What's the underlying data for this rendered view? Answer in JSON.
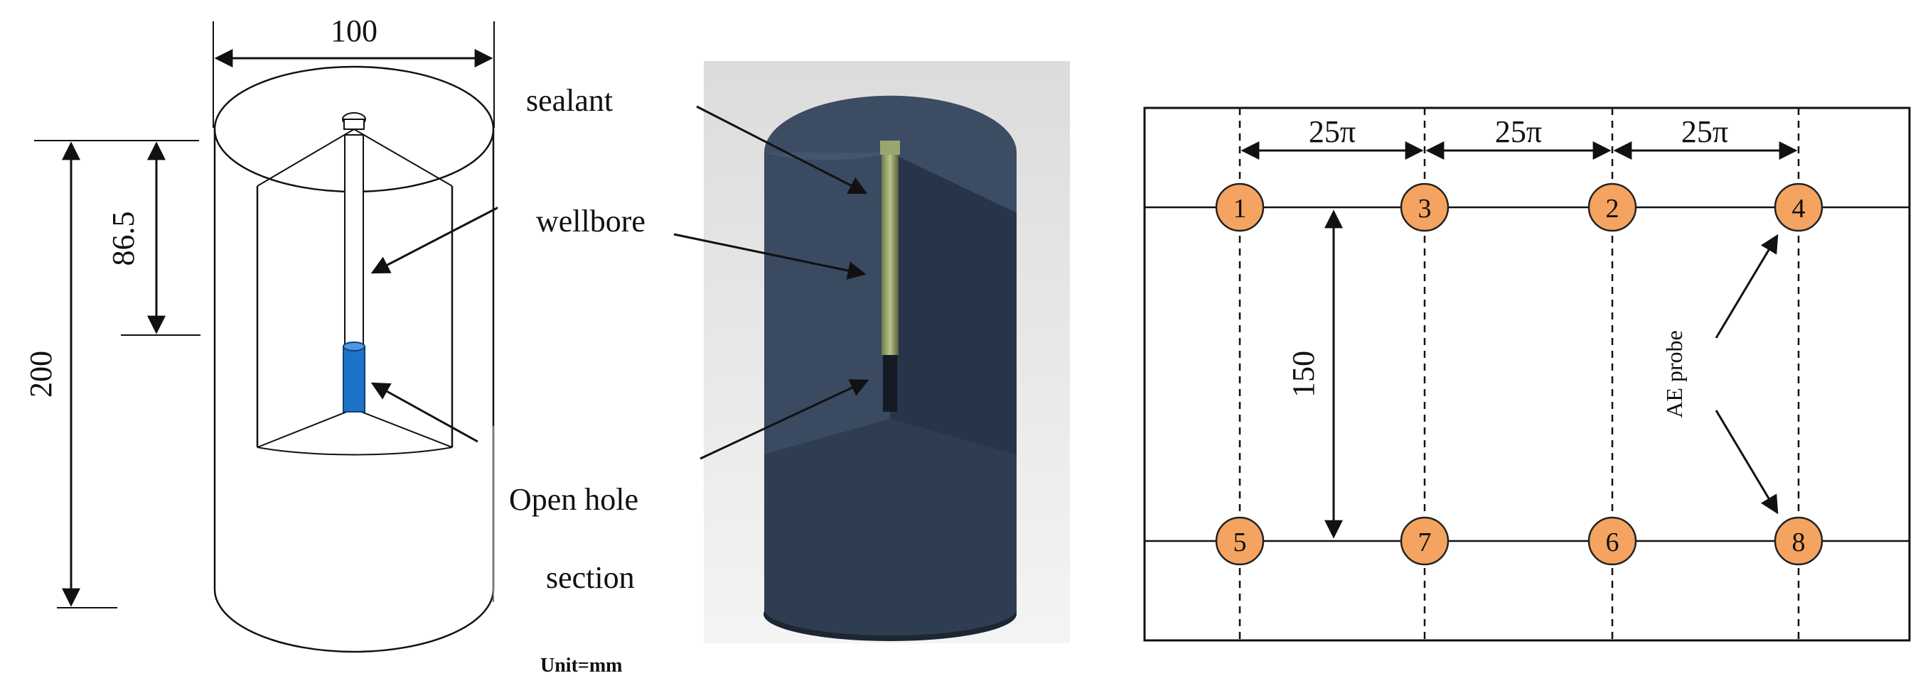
{
  "schematic": {
    "dim_width": "100",
    "dim_height": "200",
    "dim_depth": "86.5"
  },
  "photo": {
    "label_sealant": "sealant",
    "label_wellbore": "wellbore",
    "label_open_hole_line1": "Open hole",
    "label_open_hole_line2": "section",
    "unit": "Unit=mm"
  },
  "layout_map": {
    "spacing_labels": [
      "25π",
      "25π",
      "25π"
    ],
    "vertical_spacing": "150",
    "probe_label": "AE probe",
    "probes_top": [
      "1",
      "3",
      "2",
      "4"
    ],
    "probes_bottom": [
      "5",
      "7",
      "6",
      "8"
    ],
    "colors": {
      "probe_fill": "#f4a460",
      "probe_stroke": "#222222",
      "core_blue": "#1e73c8",
      "core_dark": "#2d3b4e"
    }
  }
}
